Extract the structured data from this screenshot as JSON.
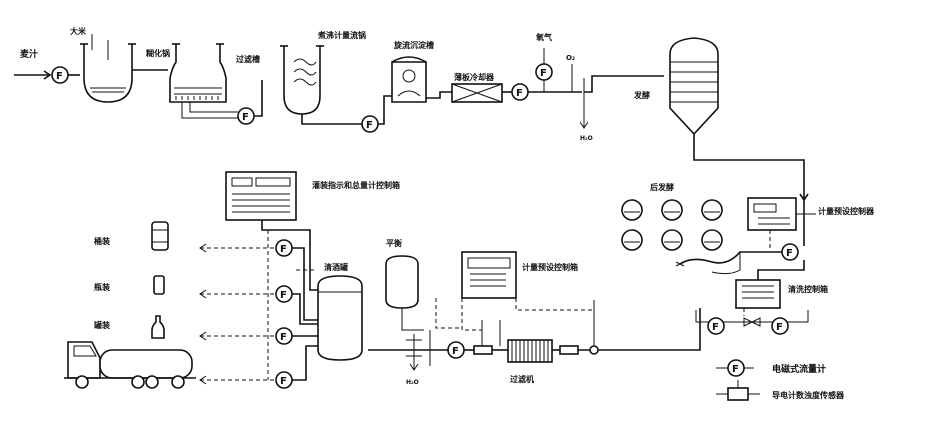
{
  "labels": {
    "maizhi": "麦汁",
    "dami": "大米",
    "hulihuo": "糊化锅",
    "guolvcao": "过滤槽",
    "zhufeiguo": "煮沸计量流锅",
    "xuanchen": "旋流沉淀槽",
    "lengque": "薄板冷却器",
    "fajiao": "发酵",
    "yangqi": "氧气",
    "kongqi": "O₂",
    "h2o_top": "H₂O",
    "qingjiu_kongzhi": "灌装指示和总量计控制箱",
    "qingjiuguan": "清酒罐",
    "pingjiu": "平衡",
    "jiliang_top": "计量预设控制箱",
    "jiliang_right": "计量预设控制器",
    "houfajiao": "后发酵",
    "guolvji": "过滤机",
    "tongzhuang": "桶装",
    "guanzhuang": "瓶装",
    "pingzhuang": "罐装",
    "h2o_bottom": "H₂O",
    "jiuchi_kongzhi": "清洗控制箱",
    "legend_meter": "电磁式流量计",
    "legend_sensor": "导电计数浊度传感器",
    "meter_symbol": "F"
  }
}
